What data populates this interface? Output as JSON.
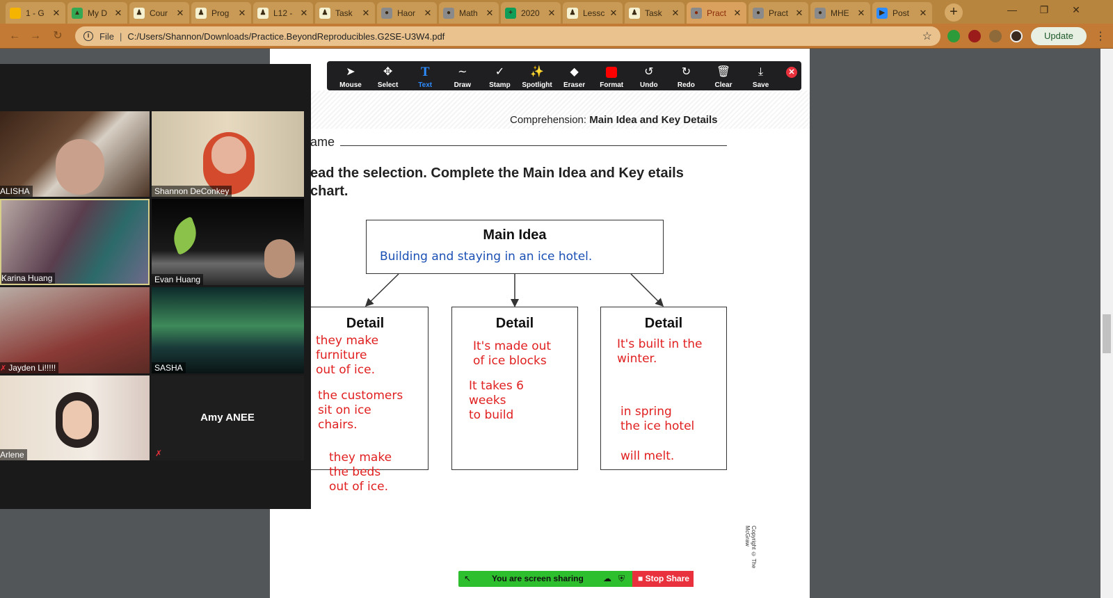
{
  "browser": {
    "tabs": [
      {
        "label": "1 - G",
        "favicon": "slides-icon",
        "color": "#f4b400",
        "glyph": ""
      },
      {
        "label": "My D",
        "favicon": "drive-icon",
        "color": "#34a853",
        "glyph": "▲"
      },
      {
        "label": "Cour",
        "favicon": "classroom-icon",
        "color": "#f4f0d0",
        "glyph": "♟"
      },
      {
        "label": "Prog",
        "favicon": "classroom-icon",
        "color": "#f4f0d0",
        "glyph": "♟"
      },
      {
        "label": "L12 -",
        "favicon": "classroom-icon",
        "color": "#f4f0d0",
        "glyph": "♟"
      },
      {
        "label": "Task",
        "favicon": "classroom-icon",
        "color": "#f4f0d0",
        "glyph": "♟"
      },
      {
        "label": "Haor",
        "favicon": "globe-icon",
        "color": "#8a8a8a",
        "glyph": "●"
      },
      {
        "label": "Math",
        "favicon": "globe-icon",
        "color": "#8a8a8a",
        "glyph": "●"
      },
      {
        "label": "2020",
        "favicon": "sheets-icon",
        "color": "#0f9d58",
        "glyph": "+"
      },
      {
        "label": "Lessc",
        "favicon": "classroom-icon",
        "color": "#f4f0d0",
        "glyph": "♟"
      },
      {
        "label": "Task",
        "favicon": "classroom-icon",
        "color": "#f4f0d0",
        "glyph": "♟"
      },
      {
        "label": "Pract",
        "favicon": "globe-icon",
        "color": "#8a8a8a",
        "glyph": "●"
      },
      {
        "label": "Pract",
        "favicon": "globe-icon",
        "color": "#8a8a8a",
        "glyph": "●"
      },
      {
        "label": "MHE",
        "favicon": "globe-icon",
        "color": "#8a8a8a",
        "glyph": "●"
      },
      {
        "label": "Post",
        "favicon": "zoom-icon",
        "color": "#2d8cff",
        "glyph": "▶"
      }
    ],
    "active_tab_index": 11,
    "tab_close_glyph": "✕",
    "new_tab_glyph": "+",
    "window_controls": {
      "minimize": "—",
      "restore": "❐",
      "close": "✕"
    },
    "url_scheme": "File",
    "url": "C:/Users/Shannon/Downloads/Practice.BeyondReproducibles.G2SE-U3W4.pdf",
    "update_label": "Update"
  },
  "annotate_toolbar": {
    "tools": [
      {
        "name": "Mouse",
        "icon": "mouse-pointer-icon",
        "glyph": "➤"
      },
      {
        "name": "Select",
        "icon": "move-icon",
        "glyph": "✥"
      },
      {
        "name": "Text",
        "icon": "text-icon",
        "glyph": "T"
      },
      {
        "name": "Draw",
        "icon": "draw-icon",
        "glyph": "∼"
      },
      {
        "name": "Stamp",
        "icon": "checkmark-icon",
        "glyph": "✓"
      },
      {
        "name": "Spotlight",
        "icon": "spotlight-icon",
        "glyph": "✨"
      },
      {
        "name": "Eraser",
        "icon": "eraser-icon",
        "glyph": "◆"
      },
      {
        "name": "Format",
        "icon": "format-color-icon",
        "glyph": ""
      },
      {
        "name": "Undo",
        "icon": "undo-icon",
        "glyph": "↺"
      },
      {
        "name": "Redo",
        "icon": "redo-icon",
        "glyph": "↻"
      },
      {
        "name": "Clear",
        "icon": "trash-icon",
        "glyph": "🗑"
      },
      {
        "name": "Save",
        "icon": "save-icon",
        "glyph": "⤓"
      }
    ],
    "active_tool": "Text",
    "format_color": "#ff0000",
    "accent_color": "#2d8cff"
  },
  "gallery": {
    "participants": [
      {
        "name": "ALISHA",
        "muted": false
      },
      {
        "name": "Shannon DeConkey",
        "muted": false
      },
      {
        "name": "Karina Huang",
        "muted": false,
        "active_speaker": true
      },
      {
        "name": "Evan Huang",
        "muted": false
      },
      {
        "name": "Jayden Li!!!!!",
        "muted": true
      },
      {
        "name": "SASHA",
        "muted": false
      },
      {
        "name": "Arlene",
        "muted": false
      },
      {
        "name": "Amy ANEE",
        "muted": true,
        "camera_off": true
      }
    ]
  },
  "document": {
    "section_label": "Comprehension:",
    "section_title": "Main Idea and Key Details",
    "name_label": "ame",
    "instructions": "ead the selection. Complete the Main Idea and Key etails chart.",
    "main_idea": {
      "heading": "Main Idea",
      "answer": "Building and staying in an ice hotel."
    },
    "details": [
      {
        "heading": "Detail",
        "notes": [
          "they make\nfurniture\nout of ice.",
          "the customers\nsit on ice\nchairs.",
          "they make\nthe beds\nout of ice."
        ]
      },
      {
        "heading": "Detail",
        "notes": [
          "It's made out\nof ice blocks",
          "It takes 6\nweeks\nto build"
        ]
      },
      {
        "heading": "Detail",
        "notes": [
          "It's built in the\nwinter.",
          "in spring\nthe ice hotel",
          "will melt."
        ]
      }
    ],
    "copyright_fragment": "Copyright © The McGraw"
  },
  "share_bar": {
    "status": "You are screen sharing",
    "stop_label": "Stop Share",
    "color": "#2dbf2d"
  }
}
